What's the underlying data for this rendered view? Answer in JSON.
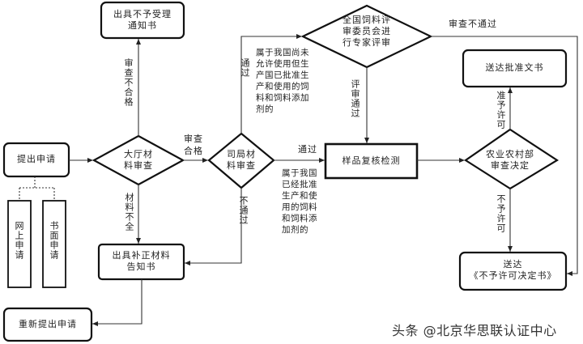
{
  "nodes": {
    "reject_notice": "出具不予受理\n通知书",
    "submit": "提出申请",
    "hall_review": "大厅材\n料审查",
    "bureau_review": "司局材\n料审查",
    "expert_review": "全国饲料评\n审委员会进\n行专家评审",
    "sample_test": "样品复核检测",
    "ministry_decision": "农业农村部\n审查决定",
    "approval_doc": "送达批准文书",
    "denial_doc": "送达\n《不予许可决定书》",
    "supplement_notice": "出具补正材料\n告知书",
    "resubmit": "重新提出申请",
    "online": "网上申请",
    "written": "书面申请"
  },
  "edge_labels": {
    "review_failed": "审查不合格",
    "review_passed": "审查合格",
    "materials_incomplete": "材料不全",
    "passed_up": "通过",
    "new_feed_note": "属于我国尚未\n允许使用但生\n产国已批准生\n产和使用的饲\n料和饲料添加\n剂的",
    "expert_passed": "评审通过",
    "passed_right": "通过",
    "approved_feed_note": "属于我国\n已经批准\n生产和使\n用的饲料\n和饲料添\n加剂的",
    "not_passed": "不通过",
    "review_not_passed": "审查不通过",
    "permit_granted": "准予许可",
    "permit_denied": "不予许可"
  },
  "watermark": "头条 @北京华思联认证中心"
}
